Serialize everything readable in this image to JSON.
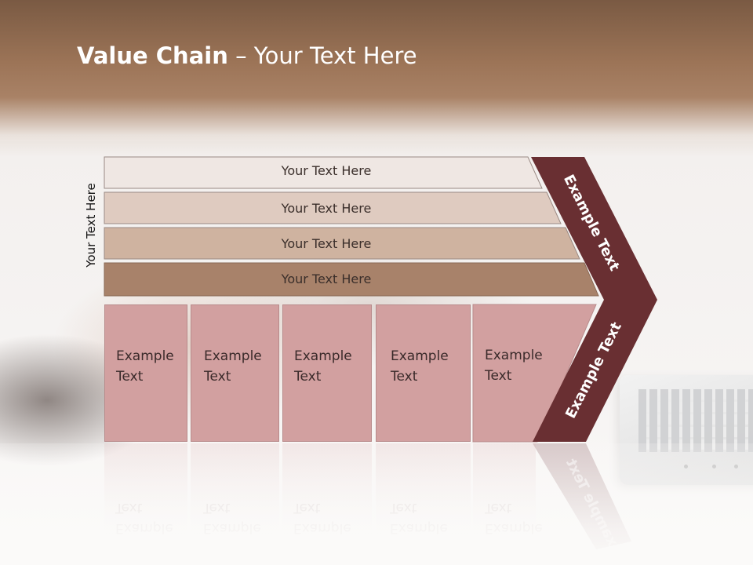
{
  "slide": {
    "title_bold": "Value Chain",
    "title_rest": " – Your Text Here",
    "side_label": "Your Text Here"
  },
  "bands": [
    {
      "label": "Your Text Here",
      "color": "#efe7e3"
    },
    {
      "label": "Your Text Here",
      "color": "#dfcbc0"
    },
    {
      "label": "Your Text Here",
      "color": "#cfb3a0"
    },
    {
      "label": "Your Text Here",
      "color": "#a8826a"
    }
  ],
  "cells": [
    {
      "line1": "Example",
      "line2": "Text"
    },
    {
      "line1": "Example",
      "line2": "Text"
    },
    {
      "line1": "Example",
      "line2": "Text"
    },
    {
      "line1": "Example",
      "line2": "Text"
    },
    {
      "line1": "Example",
      "line2": "Text"
    }
  ],
  "chevron": {
    "upper_text": "Example Text",
    "lower_text": "Example Text",
    "color": "#692f32"
  },
  "colors": {
    "cell_fill": "#d2a0a0",
    "chevron": "#692f32"
  }
}
